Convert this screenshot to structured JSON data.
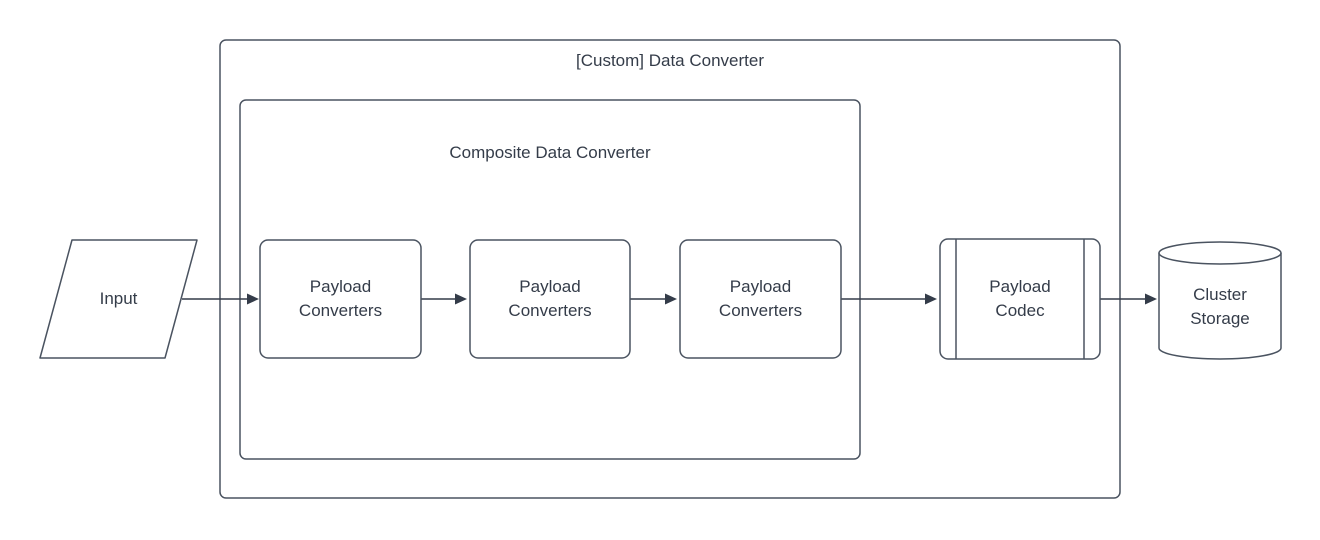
{
  "diagram": {
    "outer_group_label": "[Custom] Data Converter",
    "inner_group_label": "Composite Data Converter",
    "input_label": "Input",
    "payload_converters": [
      "Payload Converters",
      "Payload Converters",
      "Payload Converters"
    ],
    "codec_label": "Payload Codec",
    "storage_label": "Cluster Storage"
  },
  "colors": {
    "background": "#ffffff",
    "shape_stroke": "#4a5360",
    "connector_stroke": "#343c49",
    "text": "#343c49",
    "shape_fill": "#ffffff"
  }
}
